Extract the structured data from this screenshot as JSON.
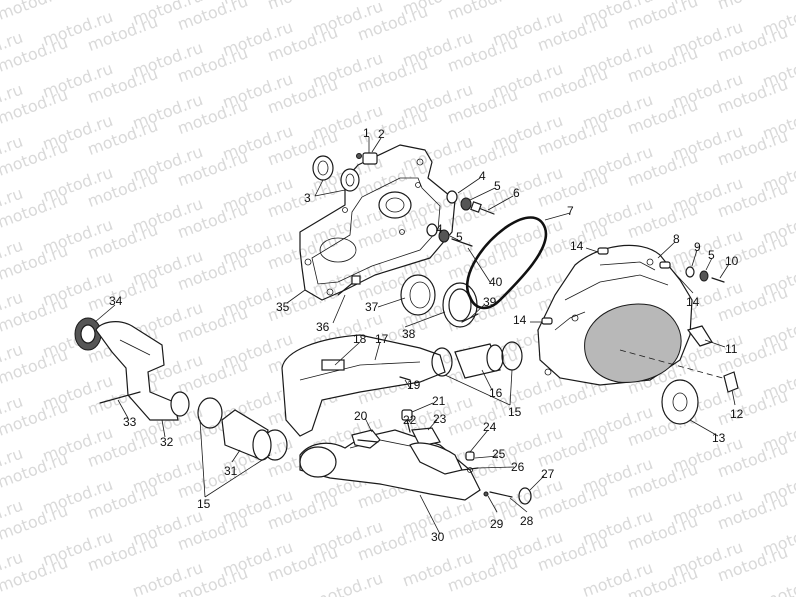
{
  "watermark": {
    "text": "motod.ru",
    "color": "#d9d9d9"
  },
  "diagram": {
    "line_color": "#1a1a1a",
    "callouts": [
      "1",
      "2",
      "3",
      "4",
      "5",
      "6",
      "7",
      "8",
      "9",
      "5",
      "10",
      "14",
      "4",
      "5",
      "40",
      "35",
      "36",
      "37",
      "38",
      "39",
      "14",
      "11",
      "12",
      "13",
      "34",
      "33",
      "32",
      "18",
      "17",
      "19",
      "16",
      "15",
      "21",
      "20",
      "22",
      "23",
      "24",
      "25",
      "26",
      "27",
      "28",
      "29",
      "30",
      "31",
      "15",
      "14"
    ]
  }
}
